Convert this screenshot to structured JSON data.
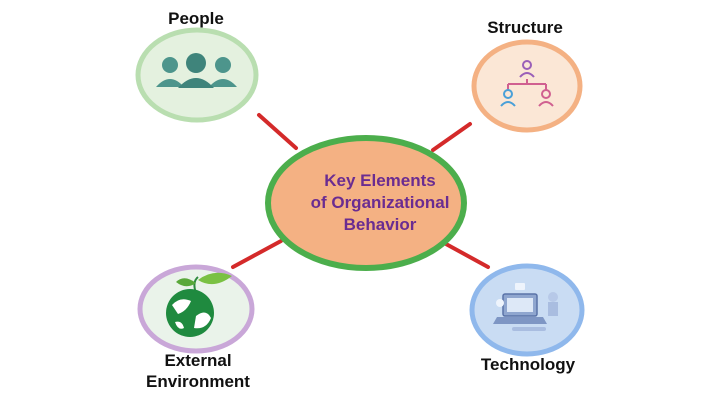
{
  "center": {
    "lines": [
      "Key Elements",
      "of Organizational",
      "Behavior"
    ],
    "fill": "#f4b183",
    "border": "#4cae4c",
    "text_color": "#6a2c91"
  },
  "nodes": {
    "people": {
      "label": "People",
      "icon": "people-group-icon",
      "ring": "#b9deb0",
      "fill": "#e4f1df"
    },
    "structure": {
      "label": "Structure",
      "icon": "org-chart-icon",
      "ring": "#f4b183",
      "fill": "#fbe7d6"
    },
    "external": {
      "label_lines": [
        "External",
        "Environment"
      ],
      "icon": "globe-plant-icon",
      "ring": "#c9a7d8",
      "fill": "#eaf3ea"
    },
    "technology": {
      "label": "Technology",
      "icon": "laptop-workspace-icon",
      "ring": "#8fb8ec",
      "fill": "#c9dcf3"
    }
  },
  "connector_color": "#d42a2a"
}
